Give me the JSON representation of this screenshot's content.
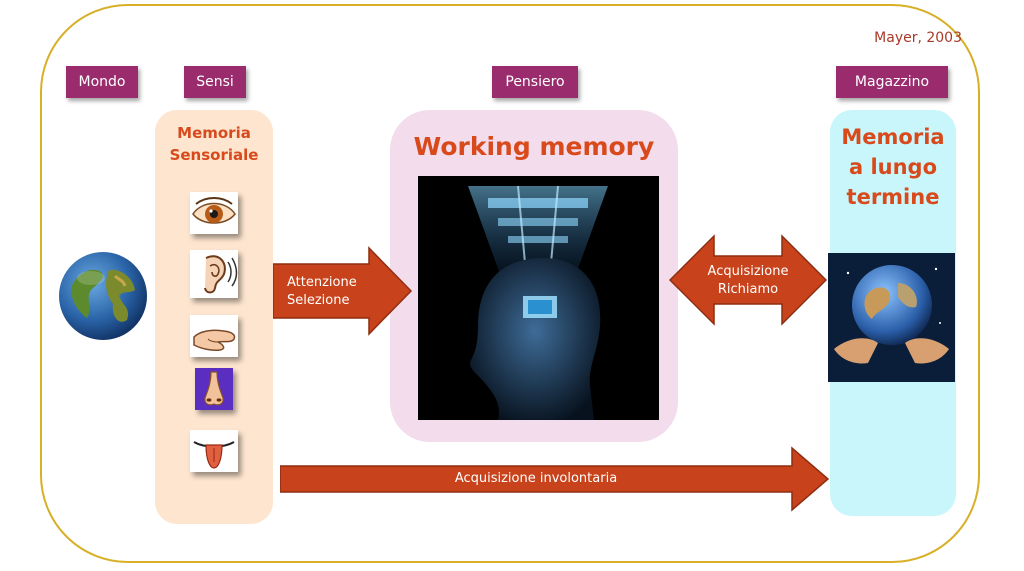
{
  "credit": "Mayer, 2003",
  "tags": {
    "mondo": "Mondo",
    "sensi": "Sensi",
    "pensiero": "Pensiero",
    "magazzino": "Magazzino"
  },
  "sensory": {
    "title_line1": "Memoria",
    "title_line2": "Sensoriale"
  },
  "working": {
    "title": "Working memory"
  },
  "longterm": {
    "line1": "Memoria",
    "line2": "a lungo",
    "line3": "termine"
  },
  "arrows": {
    "attention_line1": "Attenzione",
    "attention_line2": "Selezione",
    "acquisition_line1": "Acquisizione",
    "acquisition_line2": "Richiamo",
    "involuntary": "Acquisizione involontaria"
  },
  "icons": [
    "globe-icon",
    "eye-icon",
    "ear-icon",
    "hand-icon",
    "nose-icon",
    "tongue-icon",
    "brain-head-icon",
    "earth-in-hands-icon"
  ],
  "colors": {
    "tag": "#9a2c6e",
    "arrow": "#c8431b",
    "title": "#d84a1c",
    "frame": "#d8b028"
  }
}
